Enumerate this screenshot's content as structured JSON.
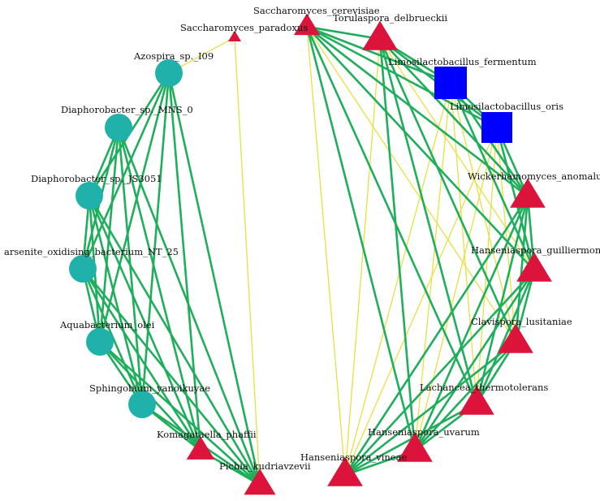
{
  "colors": {
    "bacteria": "#20b2aa",
    "yeast": "#dc143c",
    "lactobacillus": "#0000ff",
    "edge_positive": "#1fae5b",
    "edge_negative": "#e8e040"
  },
  "nodes": [
    {
      "id": "azo",
      "label": "Azospira_sp._I09",
      "shape": "circle"
    },
    {
      "id": "dmns",
      "label": "Diaphorobacter_sp._MNS_0",
      "shape": "circle"
    },
    {
      "id": "djs",
      "label": "Diaphorobacter_sp._JS3051",
      "shape": "circle"
    },
    {
      "id": "ars",
      "label": "arsenite_oxidising_bacterium_NT_25",
      "shape": "circle"
    },
    {
      "id": "aqua",
      "label": "Aquabacterium_olei",
      "shape": "circle"
    },
    {
      "id": "sph",
      "label": "Sphingobium_yanoikuyae",
      "shape": "circle"
    },
    {
      "id": "kom",
      "label": "Komagataella_phaffii",
      "shape": "triangle"
    },
    {
      "id": "pic",
      "label": "Pichia_kudriavzevii",
      "shape": "triangle"
    },
    {
      "id": "spar",
      "label": "Saccharomyces_paradoxus",
      "shape": "triangle"
    },
    {
      "id": "scer",
      "label": "Saccharomyces_cerevisiae",
      "shape": "triangle"
    },
    {
      "id": "tor",
      "label": "Torulaspora_delbrueckii",
      "shape": "triangle"
    },
    {
      "id": "lfer",
      "label": "Limosilactobacillus_fermentum",
      "shape": "square"
    },
    {
      "id": "lori",
      "label": "Limosilactobacillus_oris",
      "shape": "square"
    },
    {
      "id": "wic",
      "label": "Wickerhamomyces_anomalus",
      "shape": "triangle"
    },
    {
      "id": "hgu",
      "label": "Hanseniaspora_guilliermondii",
      "shape": "triangle"
    },
    {
      "id": "clav",
      "label": "Clavispora_lusitaniae",
      "shape": "triangle"
    },
    {
      "id": "lach",
      "label": "Lachancea_thermotolerans",
      "shape": "triangle"
    },
    {
      "id": "huv",
      "label": "Hanseniaspora_uvarum",
      "shape": "triangle"
    },
    {
      "id": "hvin",
      "label": "Hanseniaspora_vineae",
      "shape": "triangle"
    }
  ],
  "edges_positive": [
    [
      "azo",
      "djs"
    ],
    [
      "azo",
      "ars"
    ],
    [
      "azo",
      "aqua"
    ],
    [
      "azo",
      "sph"
    ],
    [
      "azo",
      "kom"
    ],
    [
      "azo",
      "pic"
    ],
    [
      "dmns",
      "djs"
    ],
    [
      "dmns",
      "ars"
    ],
    [
      "dmns",
      "aqua"
    ],
    [
      "dmns",
      "sph"
    ],
    [
      "dmns",
      "kom"
    ],
    [
      "dmns",
      "pic"
    ],
    [
      "djs",
      "ars"
    ],
    [
      "djs",
      "aqua"
    ],
    [
      "djs",
      "sph"
    ],
    [
      "djs",
      "kom"
    ],
    [
      "djs",
      "pic"
    ],
    [
      "ars",
      "aqua"
    ],
    [
      "ars",
      "sph"
    ],
    [
      "ars",
      "kom"
    ],
    [
      "ars",
      "pic"
    ],
    [
      "aqua",
      "sph"
    ],
    [
      "aqua",
      "kom"
    ],
    [
      "aqua",
      "pic"
    ],
    [
      "sph",
      "kom"
    ],
    [
      "sph",
      "pic"
    ],
    [
      "kom",
      "pic"
    ],
    [
      "scer",
      "tor"
    ],
    [
      "scer",
      "lfer"
    ],
    [
      "scer",
      "lori"
    ],
    [
      "scer",
      "wic"
    ],
    [
      "scer",
      "hgu"
    ],
    [
      "scer",
      "lach"
    ],
    [
      "scer",
      "huv"
    ],
    [
      "tor",
      "lfer"
    ],
    [
      "tor",
      "lori"
    ],
    [
      "tor",
      "wic"
    ],
    [
      "tor",
      "clav"
    ],
    [
      "tor",
      "lach"
    ],
    [
      "tor",
      "huv"
    ],
    [
      "lfer",
      "lori"
    ],
    [
      "lfer",
      "wic"
    ],
    [
      "lfer",
      "hgu"
    ],
    [
      "lori",
      "wic"
    ],
    [
      "lori",
      "hgu"
    ],
    [
      "wic",
      "hgu"
    ],
    [
      "wic",
      "clav"
    ],
    [
      "wic",
      "lach"
    ],
    [
      "wic",
      "huv"
    ],
    [
      "wic",
      "hvin"
    ],
    [
      "hgu",
      "clav"
    ],
    [
      "hgu",
      "lach"
    ],
    [
      "hgu",
      "huv"
    ],
    [
      "hgu",
      "hvin"
    ],
    [
      "clav",
      "lach"
    ],
    [
      "clav",
      "huv"
    ],
    [
      "clav",
      "hvin"
    ],
    [
      "lach",
      "huv"
    ],
    [
      "lach",
      "hvin"
    ],
    [
      "huv",
      "hvin"
    ]
  ],
  "edges_negative": [
    [
      "spar",
      "pic"
    ],
    [
      "scer",
      "wic"
    ],
    [
      "scer",
      "hgu"
    ],
    [
      "scer",
      "clav"
    ],
    [
      "scer",
      "hvin"
    ],
    [
      "scer",
      "huv"
    ],
    [
      "tor",
      "hgu"
    ],
    [
      "tor",
      "hvin"
    ],
    [
      "lfer",
      "clav"
    ],
    [
      "lfer",
      "lach"
    ],
    [
      "lfer",
      "huv"
    ],
    [
      "lfer",
      "hvin"
    ],
    [
      "lori",
      "clav"
    ],
    [
      "lori",
      "lach"
    ],
    [
      "lori",
      "huv"
    ],
    [
      "lori",
      "hvin"
    ],
    [
      "wic",
      "hvin"
    ],
    [
      "hgu",
      "hvin"
    ],
    [
      "azo",
      "pic"
    ],
    [
      "dmns",
      "pic"
    ],
    [
      "djs",
      "pic"
    ],
    [
      "ars",
      "pic"
    ],
    [
      "aqua",
      "pic"
    ],
    [
      "sph",
      "pic"
    ],
    [
      "azo",
      "spar"
    ]
  ]
}
